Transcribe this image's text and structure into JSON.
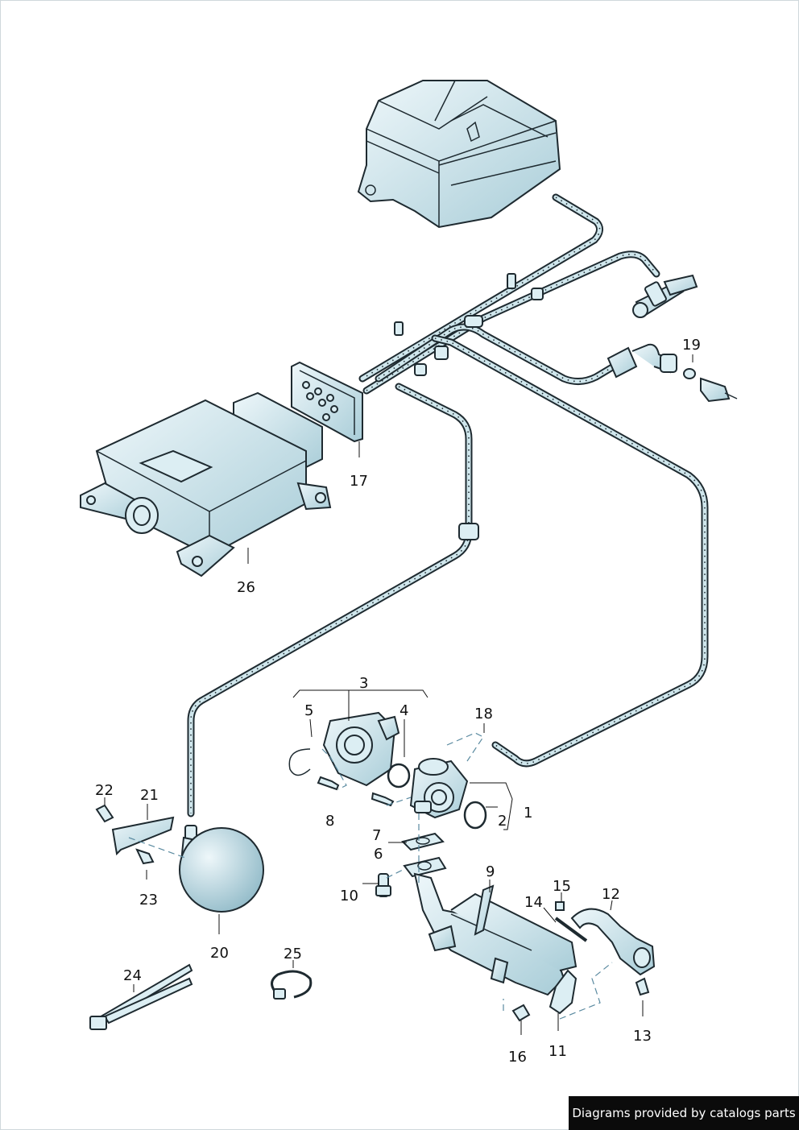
{
  "callouts": {
    "c1": "1",
    "c2": "2",
    "c3": "3",
    "c4": "4",
    "c5": "5",
    "c6": "6",
    "c7": "7",
    "c8": "8",
    "c9": "9",
    "c10": "10",
    "c11": "11",
    "c12": "12",
    "c13": "13",
    "c14": "14",
    "c15": "15",
    "c16": "16",
    "c17": "17",
    "c18": "18",
    "c19": "19",
    "c20": "20",
    "c21": "21",
    "c22": "22",
    "c23": "23",
    "c24": "24",
    "c25": "25",
    "c26": "26"
  },
  "credit": "Diagrams provided by catalogs parts",
  "colors": {
    "part_fill_light": "#e3f1f5",
    "part_fill_dark": "#a9cdd8",
    "outline": "#1e2a30",
    "background": "#ffffff",
    "credit_background": "#0b0b0b",
    "credit_text": "#ffffff"
  }
}
